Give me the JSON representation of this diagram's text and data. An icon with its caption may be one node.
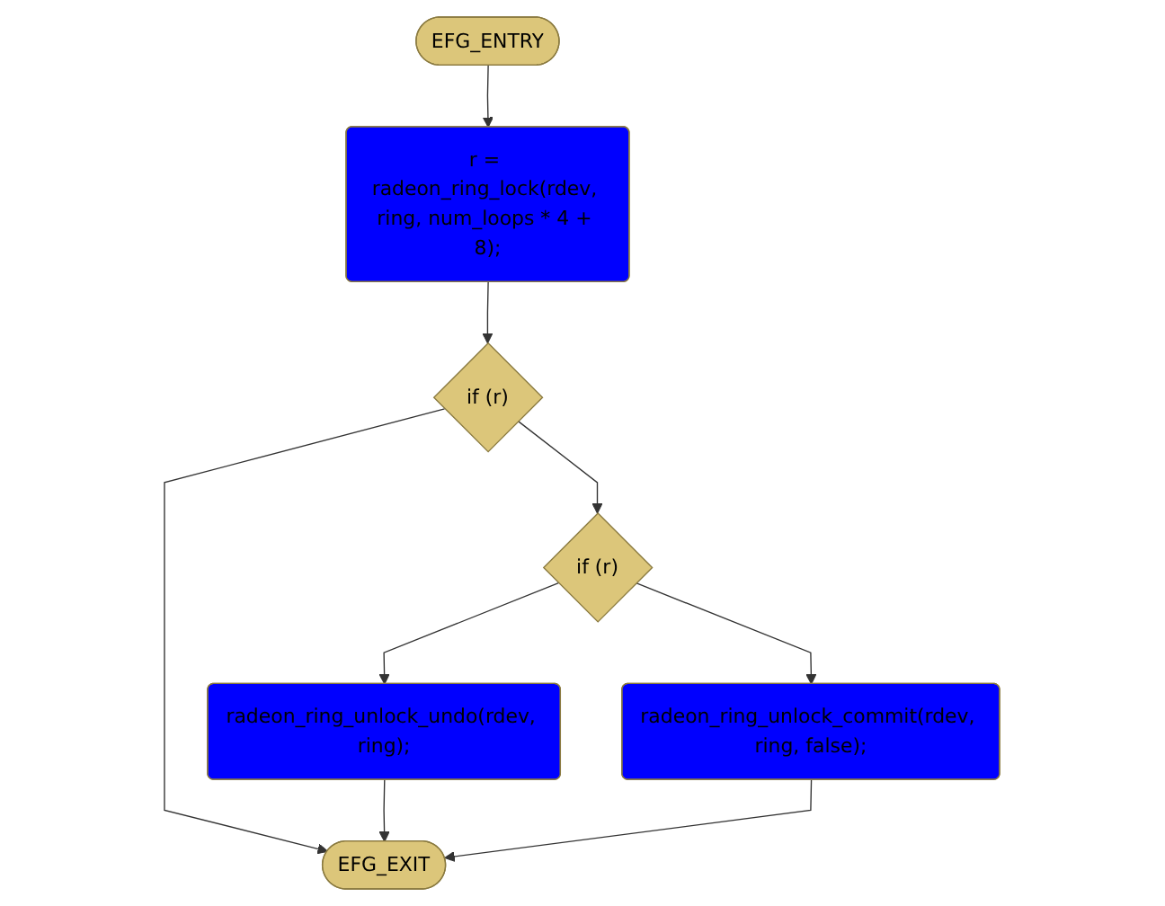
{
  "diagram": {
    "nodes": [
      {
        "text": [
          "EFG_ENTRY"
        ]
      },
      {
        "text": [
          "r = radeon_ring_lock(rdev, ring, num_loops * 4 + 8);"
        ]
      },
      {
        "text": [
          "if (r)"
        ]
      },
      {
        "text": [
          "if (r)"
        ]
      },
      {
        "text": [
          "radeon_ring_unlock_undo(rdev, ring);"
        ]
      },
      {
        "text": [
          "radeon_ring_unlock_commit(rdev, ring, false);"
        ]
      },
      {
        "text": [
          "EFG_EXIT"
        ]
      }
    ],
    "edges": [
      {
        "from": 0,
        "to": 1,
        "arrow": "to"
      },
      {
        "from": 1,
        "to": 2,
        "arrow": "to"
      },
      {
        "from": 2,
        "to": 3,
        "arrow": "to"
      },
      {
        "from": 2,
        "to": 6,
        "arrow": "to"
      },
      {
        "from": 3,
        "to": 4,
        "arrow": "to"
      },
      {
        "from": 3,
        "to": 5,
        "arrow": "to"
      },
      {
        "from": 4,
        "to": 6,
        "arrow": "to"
      },
      {
        "from": 5,
        "to": 6,
        "arrow": "to"
      }
    ]
  }
}
